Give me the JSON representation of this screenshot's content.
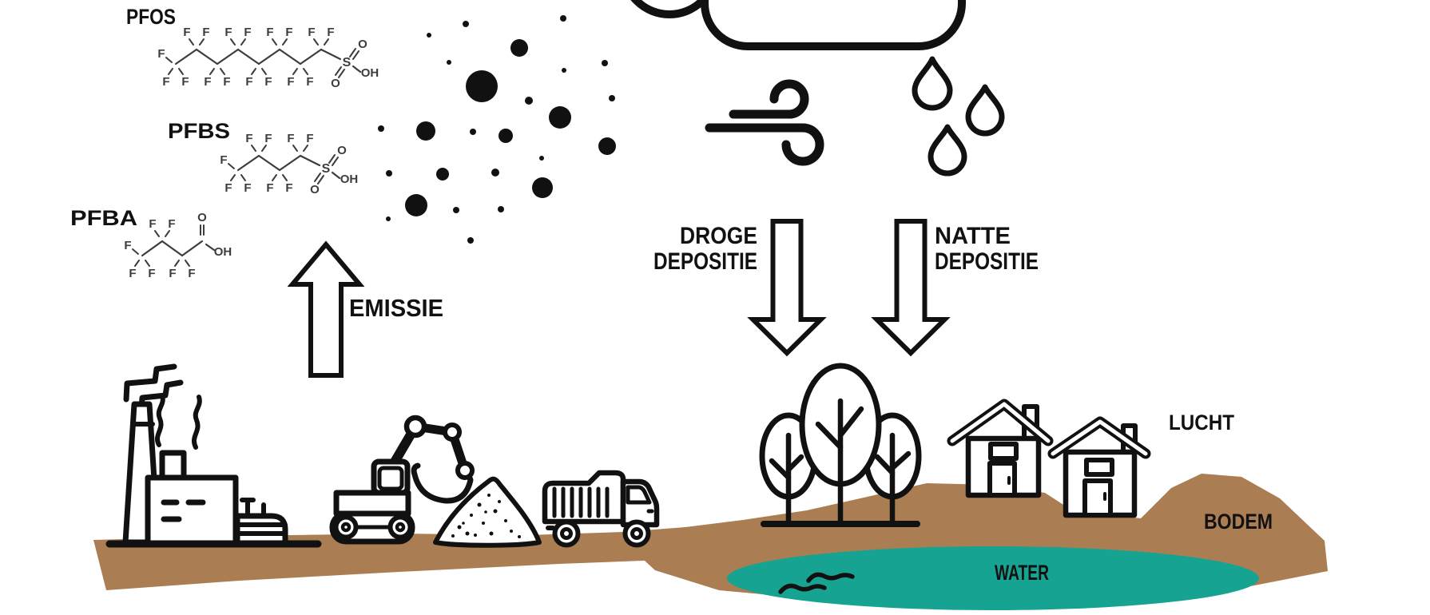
{
  "scene": {
    "background": "#ffffff",
    "outline_color": "#111111",
    "soil_color": "#AB7D52",
    "water_color": "#17A392",
    "atom_color": "#3d3d3d"
  },
  "labels": {
    "emission": "EMISSIE",
    "dry_deposition": [
      "DROGE",
      "DEPOSITIE"
    ],
    "wet_deposition": [
      "NATTE",
      "DEPOSITIE"
    ],
    "air": "LUCHT",
    "soil": "BODEM",
    "water": "WATER"
  },
  "molecules": [
    {
      "name": "PFOS",
      "carbons": 8,
      "head": "sulfonic_acid"
    },
    {
      "name": "PFBS",
      "carbons": 4,
      "head": "sulfonic_acid"
    },
    {
      "name": "PFBA",
      "carbons": 4,
      "head": "carboxylic_acid"
    }
  ],
  "atom_symbols": {
    "fluorine": "F",
    "oxygen": "O",
    "hydroxyl": "OH",
    "sulfur": "S"
  },
  "particles": [
    [
      583,
      30,
      4
    ],
    [
      537,
      44,
      3
    ],
    [
      705,
      23,
      4
    ],
    [
      650,
      60,
      11
    ],
    [
      562,
      78,
      3
    ],
    [
      706,
      88,
      3
    ],
    [
      757,
      79,
      4
    ],
    [
      603,
      108,
      20
    ],
    [
      662,
      126,
      5
    ],
    [
      701,
      147,
      14
    ],
    [
      766,
      123,
      4
    ],
    [
      477,
      161,
      4
    ],
    [
      533,
      164,
      12
    ],
    [
      592,
      165,
      4
    ],
    [
      633,
      170,
      9
    ],
    [
      760,
      183,
      11
    ],
    [
      678,
      198,
      3
    ],
    [
      487,
      217,
      4
    ],
    [
      554,
      218,
      8
    ],
    [
      620,
      216,
      5
    ],
    [
      679,
      235,
      13
    ],
    [
      521,
      257,
      14
    ],
    [
      486,
      274,
      3
    ],
    [
      571,
      263,
      4
    ],
    [
      627,
      262,
      4
    ],
    [
      589,
      301,
      4
    ]
  ],
  "sand_speckles": [
    [
      575,
      660,
      2.5
    ],
    [
      590,
      645,
      2
    ],
    [
      600,
      632,
      2.5
    ],
    [
      612,
      620,
      2
    ],
    [
      585,
      668,
      2.5
    ],
    [
      605,
      655,
      2
    ],
    [
      620,
      640,
      2.5
    ],
    [
      633,
      652,
      2
    ],
    [
      615,
      668,
      2.5
    ],
    [
      640,
      665,
      2
    ],
    [
      650,
      672,
      2
    ],
    [
      595,
      670,
      2
    ],
    [
      567,
      671,
      2
    ],
    [
      625,
      628,
      2
    ],
    [
      608,
      641,
      1.8
    ],
    [
      580,
      655,
      1.8
    ]
  ]
}
